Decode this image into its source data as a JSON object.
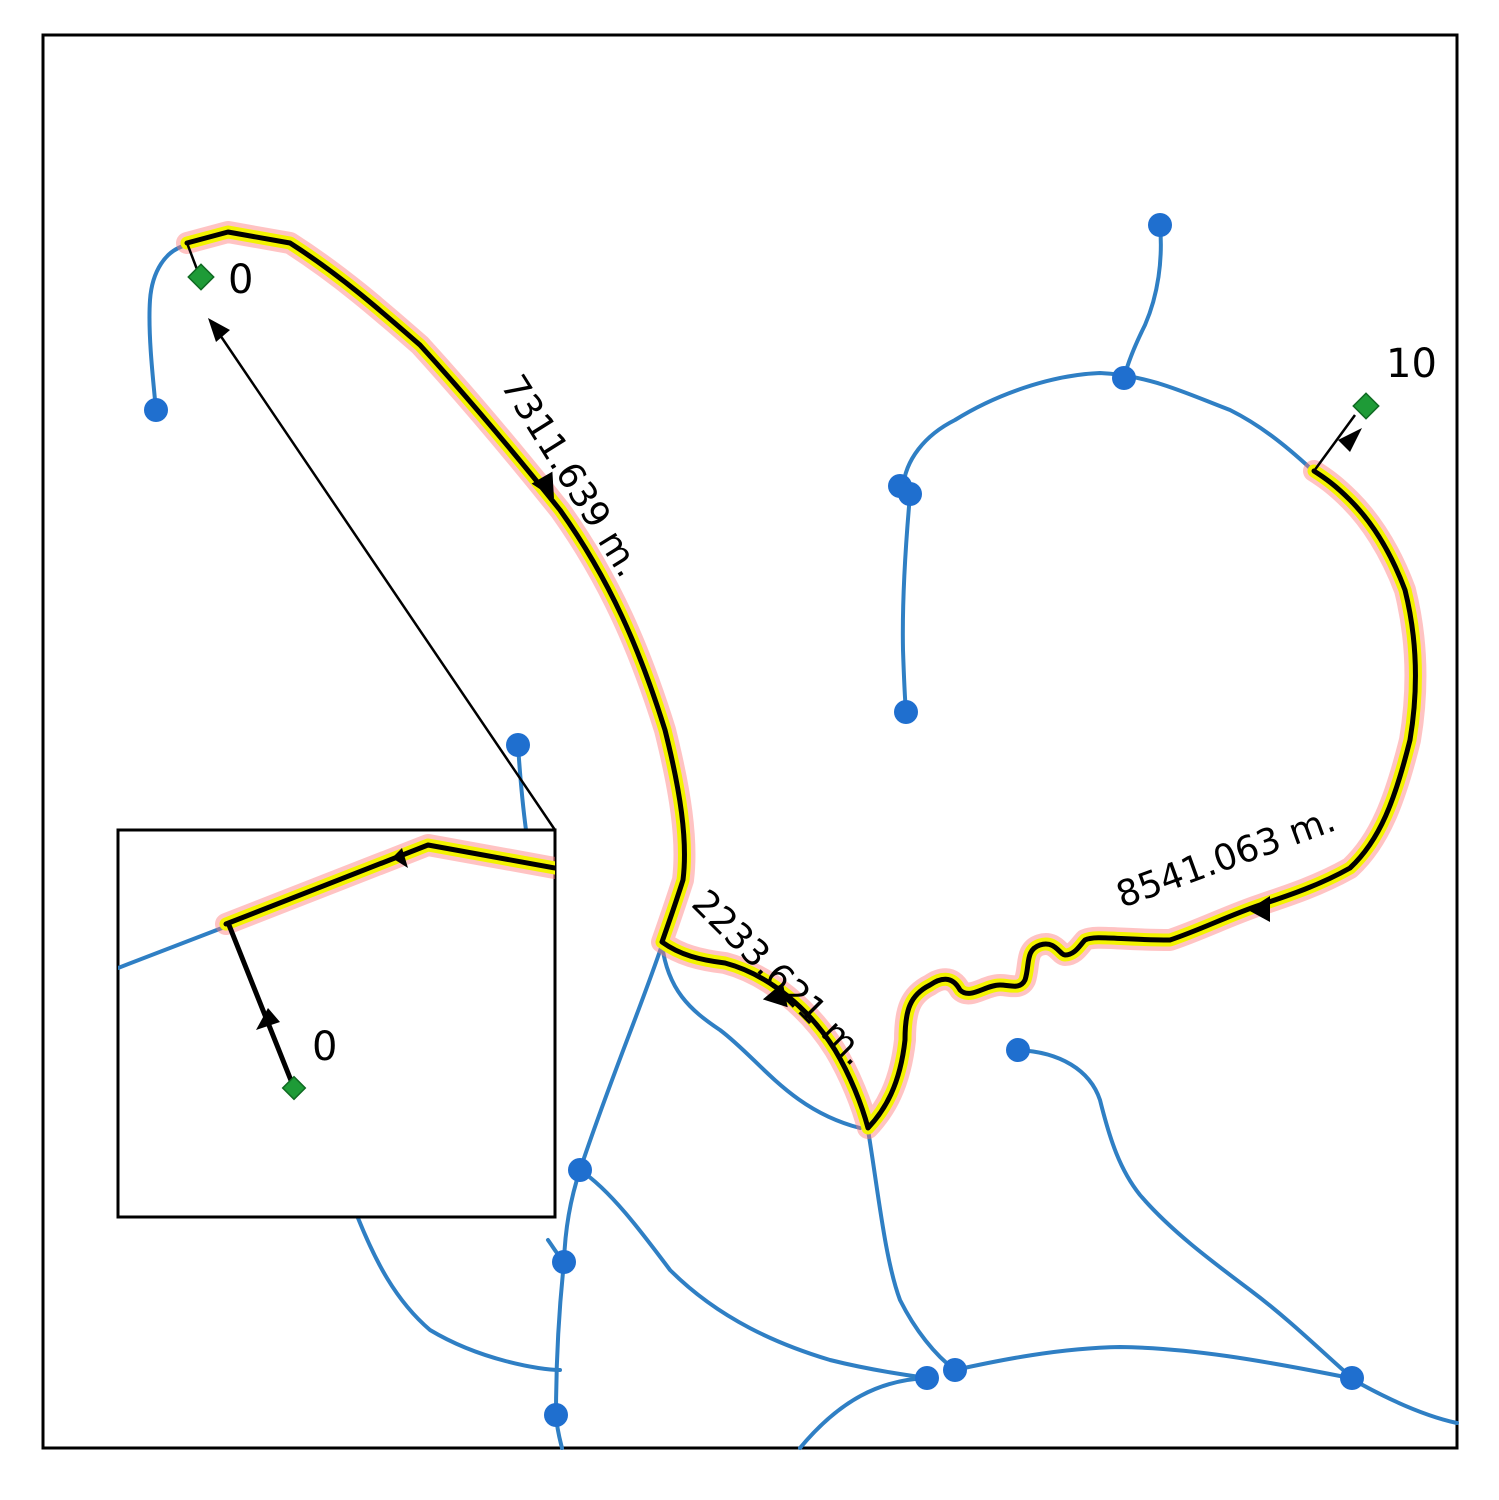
{
  "map": {
    "segment_labels": {
      "seg1": "7311.639 m.",
      "seg2": "2233.621 m.",
      "seg3": "8541.063 m."
    },
    "point_labels": {
      "start": "0",
      "end": "10",
      "inset_start": "0"
    },
    "colors": {
      "road": "#2f7fc4",
      "node": "#1f6fcf",
      "route": "#000000",
      "route_highlight": "#f3f300",
      "route_glow": "#ff7a7a",
      "point": "#1e9b37"
    }
  }
}
